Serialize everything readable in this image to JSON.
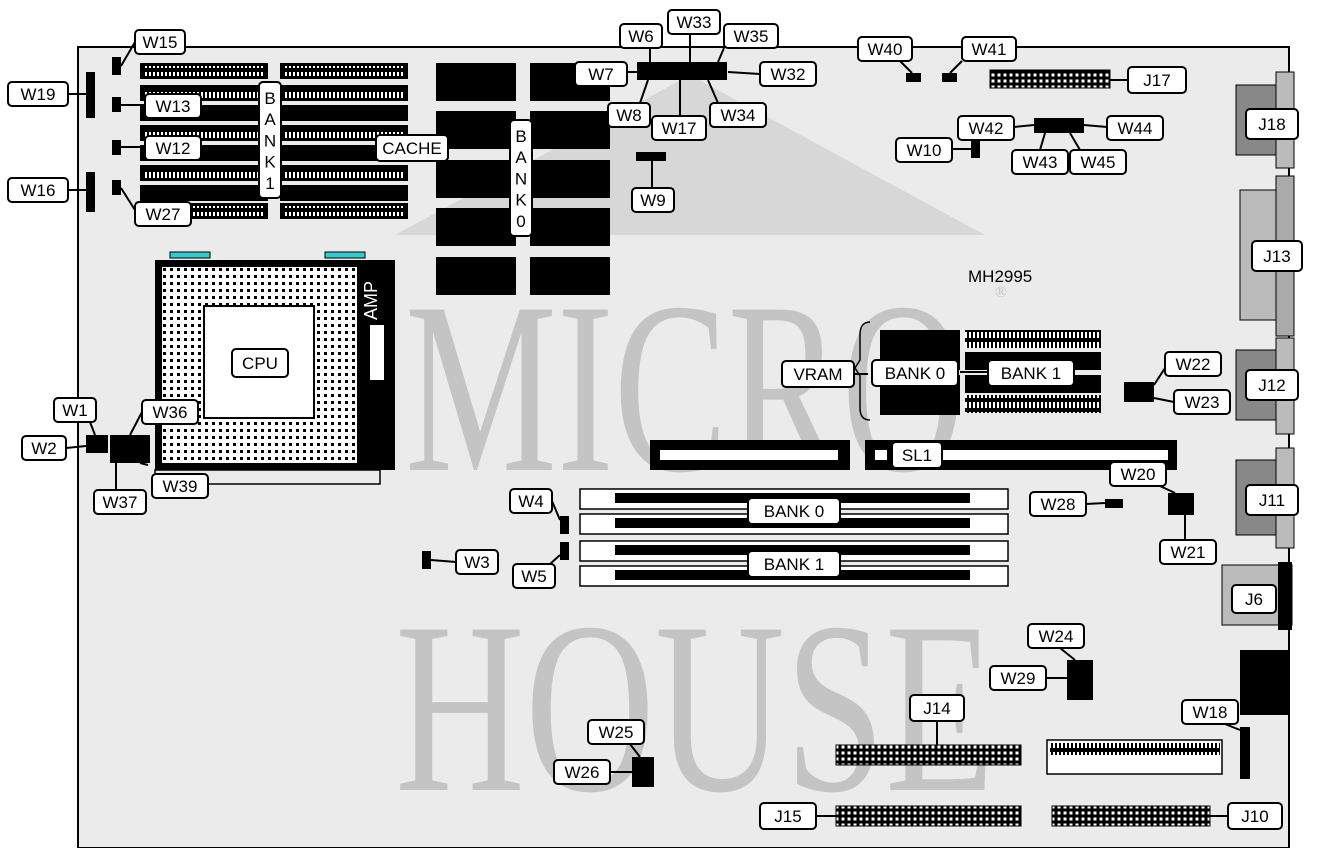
{
  "watermark": {
    "line1": "MICRO",
    "line2": "HOUSE",
    "mark": "®"
  },
  "board": {
    "model": "MH2995",
    "cpu_label": "CPU",
    "socket_brand": "AMP",
    "cache_label": "CACHE",
    "bank1_letters": [
      "B",
      "A",
      "N",
      "K",
      "1"
    ],
    "bank0_letters": [
      "B",
      "A",
      "N",
      "K",
      "0"
    ],
    "vram_label": "VRAM",
    "vram_bank0": "BANK 0",
    "vram_bank1": "BANK 1",
    "slot_label": "SL1",
    "simm_bank0": "BANK 0",
    "simm_bank1": "BANK 1"
  },
  "connectors": {
    "J6": "J6",
    "J10": "J10",
    "J11": "J11",
    "J12": "J12",
    "J13": "J13",
    "J14": "J14",
    "J15": "J15",
    "J17": "J17",
    "J18": "J18"
  },
  "jumpers": {
    "W1": "W1",
    "W2": "W2",
    "W3": "W3",
    "W4": "W4",
    "W5": "W5",
    "W6": "W6",
    "W7": "W7",
    "W8": "W8",
    "W9": "W9",
    "W10": "W10",
    "W12": "W12",
    "W13": "W13",
    "W15": "W15",
    "W16": "W16",
    "W17": "W17",
    "W18": "W18",
    "W19": "W19",
    "W20": "W20",
    "W21": "W21",
    "W22": "W22",
    "W23": "W23",
    "W24": "W24",
    "W25": "W25",
    "W26": "W26",
    "W27": "W27",
    "W28": "W28",
    "W29": "W29",
    "W32": "W32",
    "W33": "W33",
    "W34": "W34",
    "W35": "W35",
    "W36": "W36",
    "W37": "W37",
    "W39": "W39",
    "W40": "W40",
    "W41": "W41",
    "W42": "W42",
    "W43": "W43",
    "W44": "W44",
    "W45": "W45"
  }
}
